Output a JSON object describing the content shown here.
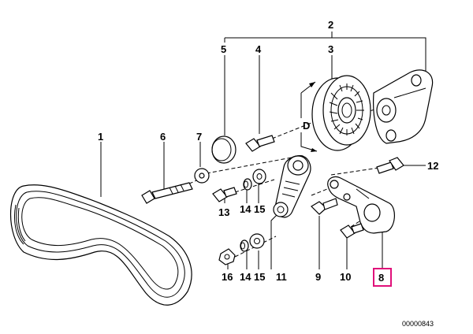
{
  "diagram": {
    "callouts": {
      "c1": "1",
      "c2": "2",
      "c3": "3",
      "c4": "4",
      "c5": "5",
      "c6": "6",
      "c7": "7",
      "c8": "8",
      "c9": "9",
      "c10": "10",
      "c11": "11",
      "c12": "12",
      "c13": "13",
      "c14a": "14",
      "c14b": "14",
      "c15a": "15",
      "c15b": "15",
      "c16": "16",
      "cD": "D"
    },
    "highlight_color": "#e0107a",
    "figure_number": "00000843"
  }
}
